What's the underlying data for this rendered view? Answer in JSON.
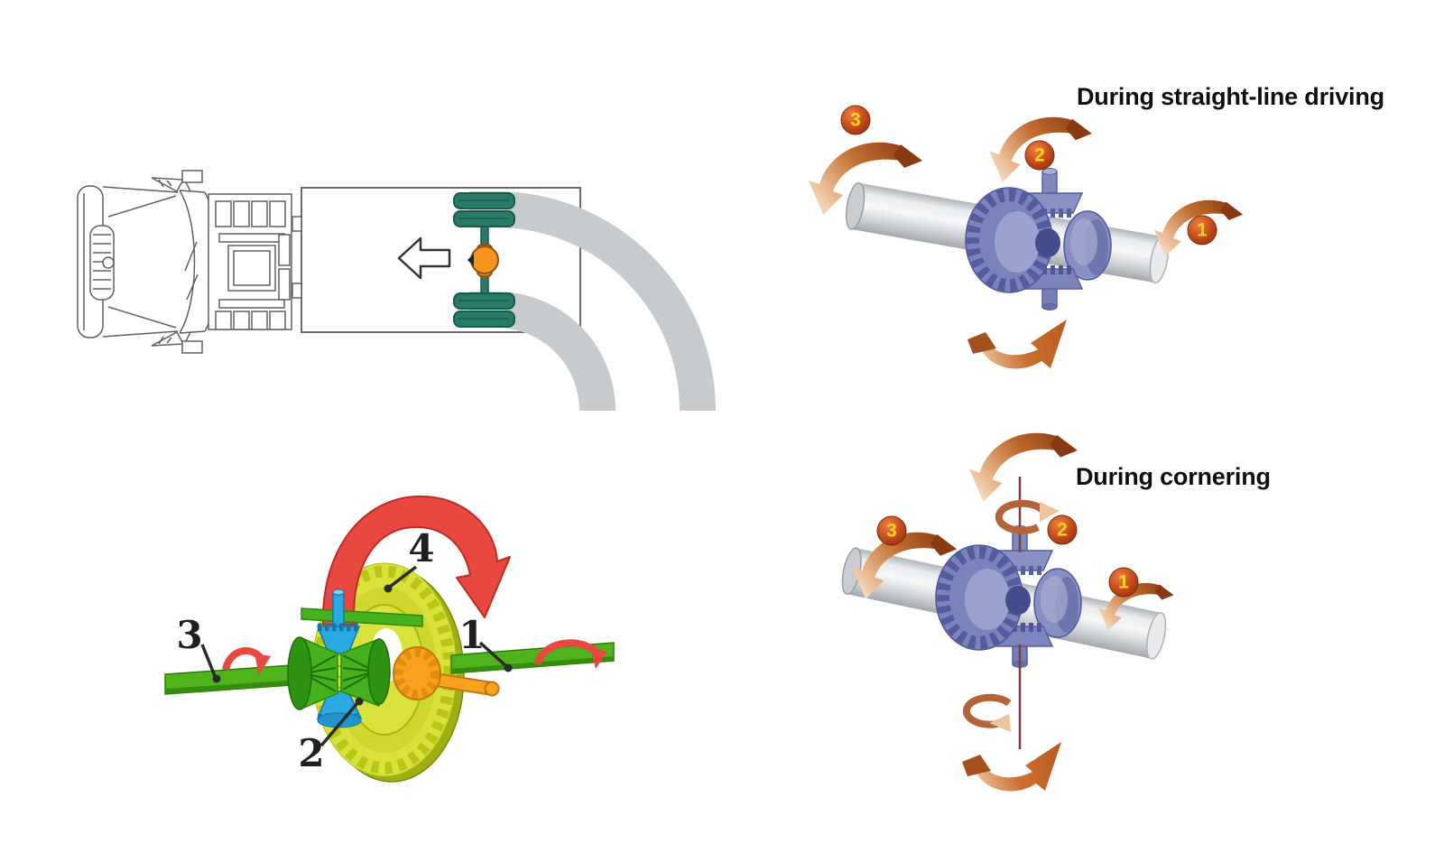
{
  "titles": {
    "straight_line": "During straight-line driving",
    "cornering": "During cornering"
  },
  "straight_diagram": {
    "badge_1": "1",
    "badge_2": "2",
    "badge_3": "3"
  },
  "cornering_diagram": {
    "badge_1": "1",
    "badge_2": "2",
    "badge_3": "3"
  },
  "gear_diagram": {
    "label_1": "1",
    "label_2": "2",
    "label_3": "3",
    "label_4": "4"
  },
  "colors": {
    "badge_fill": "#b54414",
    "badge_number": "#ffd21e",
    "arrow_orange_dark": "#8f3f16",
    "arrow_orange_light": "#f6e0c6",
    "arrow_red": "#e8483f",
    "ring_gear_yellow": "#d9e23c",
    "side_gear_green": "#46b01d",
    "spider_gear_blue": "#2ba9e2",
    "pinion_orange": "#f7a11f",
    "axle_green": "#4fb31c",
    "diff_housing_blue": "#8a92c4",
    "shaft_silver": "#d6d9db",
    "wheel_teal": "#2b7a68",
    "truck_diff_orange": "#f6921e",
    "track_gray": "#c8cbcd"
  }
}
